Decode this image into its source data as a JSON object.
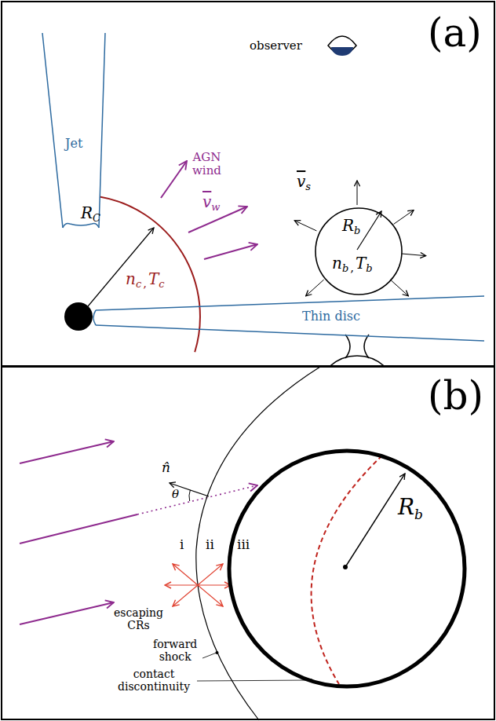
{
  "diagram": {
    "nodes": [
      {
        "text": [
          "(a)"
        ]
      },
      {
        "text": [
          "Jet"
        ],
        "in": 0
      },
      {
        "text": [
          "Thin disc"
        ],
        "in": 0
      },
      {
        "text": [
          "Rb",
          "nb",
          ",",
          "Tb"
        ],
        "in": 0
      },
      {
        "text": [
          "(b)"
        ]
      },
      {
        "text": [
          "Rb"
        ],
        "in": 4
      }
    ],
    "labels": [
      "observer",
      "AGN wind",
      "vw",
      "RC",
      "nc",
      ",",
      "Tc",
      "vs",
      "n̂",
      "θ",
      "i",
      "ii",
      "iii",
      "escaping CRs",
      "forward shock",
      "contact discontinuity"
    ]
  }
}
